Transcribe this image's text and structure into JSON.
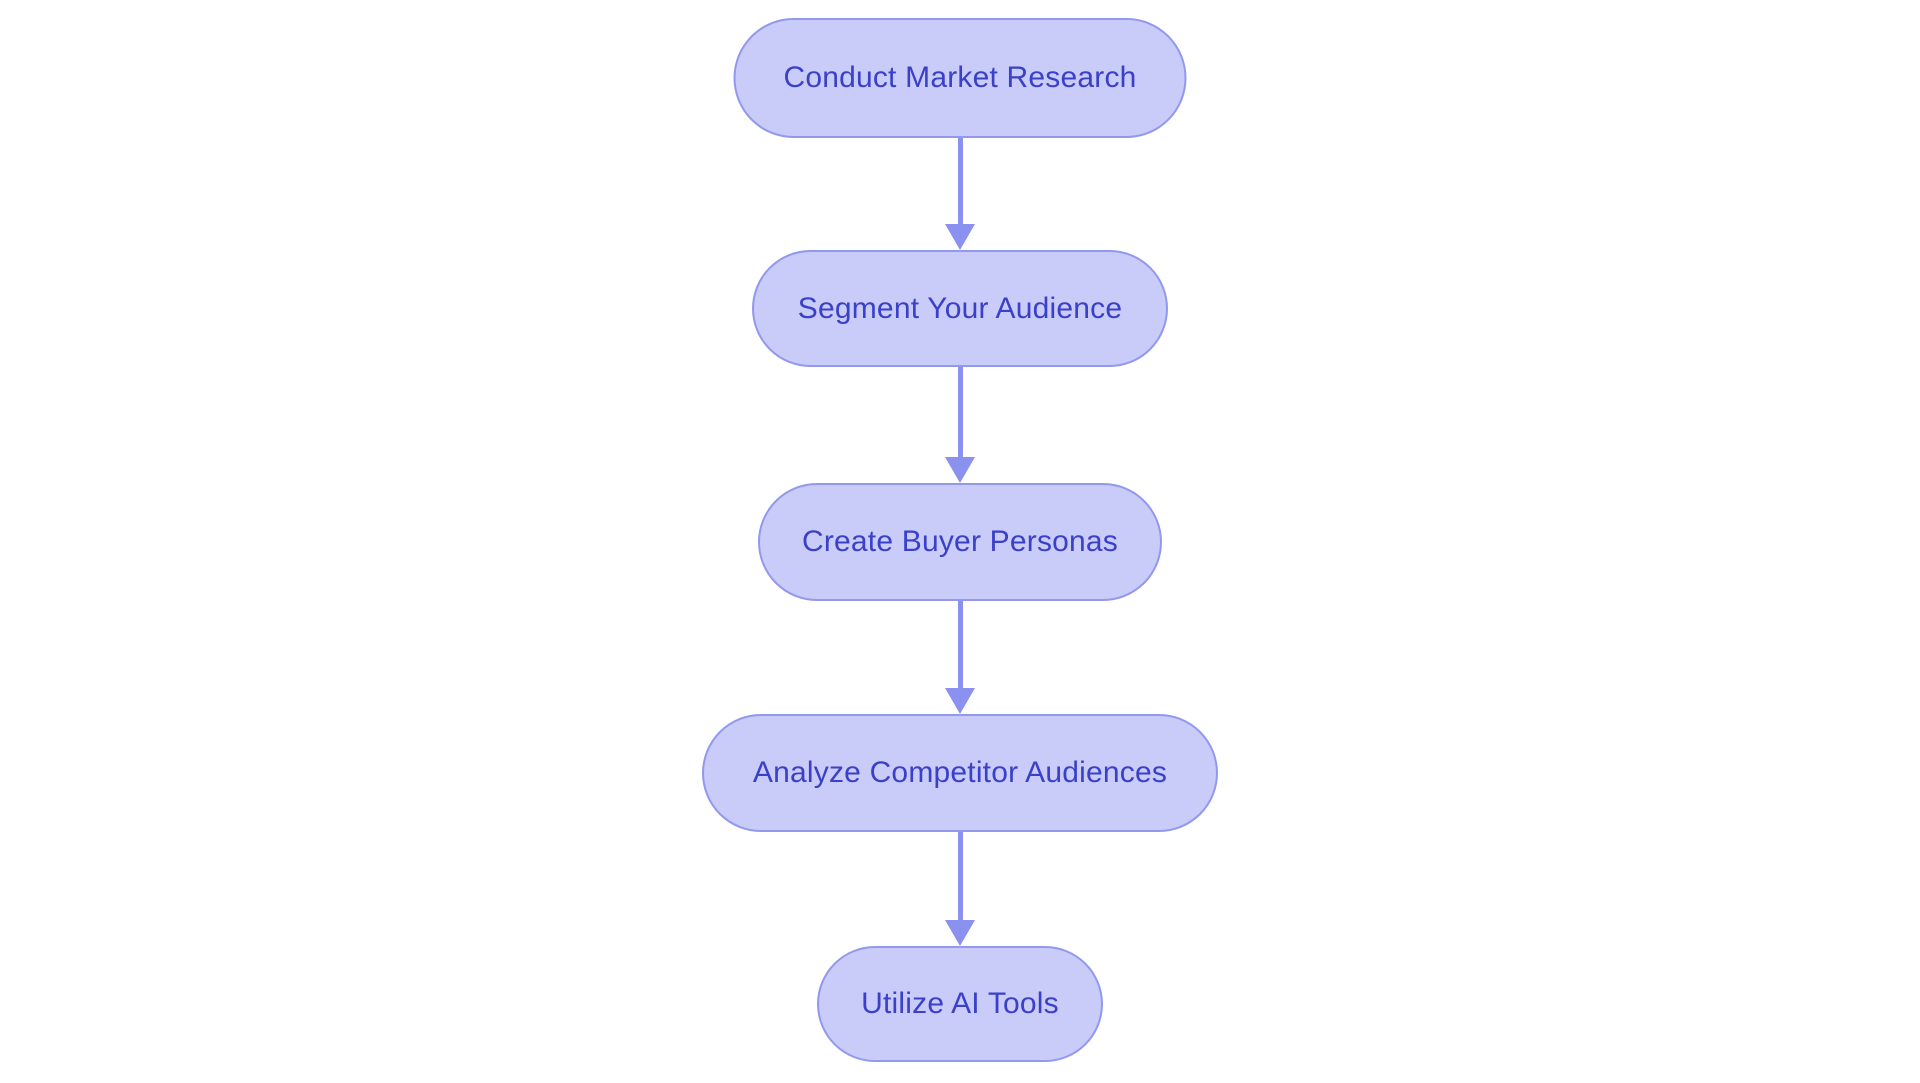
{
  "diagram": {
    "type": "flowchart",
    "direction": "top-down",
    "background_color": "#ffffff",
    "node_style": {
      "fill_color": "#c9cbf8",
      "border_color": "#9298ee",
      "text_color": "#3a40c8",
      "shape": "stadium"
    },
    "arrow_color": "#8b91ee",
    "nodes": [
      {
        "id": "n1",
        "label": "Conduct Market Research"
      },
      {
        "id": "n2",
        "label": "Segment Your Audience"
      },
      {
        "id": "n3",
        "label": "Create Buyer Personas"
      },
      {
        "id": "n4",
        "label": "Analyze Competitor Audiences"
      },
      {
        "id": "n5",
        "label": "Utilize AI Tools"
      }
    ],
    "edges": [
      {
        "from": "n1",
        "to": "n2"
      },
      {
        "from": "n2",
        "to": "n3"
      },
      {
        "from": "n3",
        "to": "n4"
      },
      {
        "from": "n4",
        "to": "n5"
      }
    ]
  }
}
